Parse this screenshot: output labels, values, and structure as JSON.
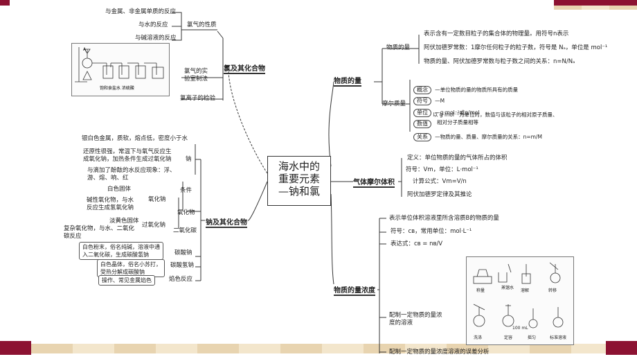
{
  "center": {
    "line1": "海水中的",
    "line2": "重要元素",
    "line3": "—钠和氯"
  },
  "chlorine": {
    "title": "氯及其化合物",
    "properties_label": "氯气的性质",
    "properties": [
      "与金属、非金属单质的反应",
      "与水的反应",
      "与碱溶液的反应"
    ],
    "lab_label_1": "氯气的实",
    "lab_label_2": "验室制法",
    "lab_caption": "饱和食盐水  浓硫酸",
    "lab_marker": "A",
    "ion_test": "氯离子的检验"
  },
  "sodium": {
    "title": "钠及其化合物",
    "na_label": "钠",
    "na_facts": [
      "银白色金属，质软，熔点低，密度小于水"
    ],
    "na_reduce_1": "还原性很强，常温下与氧气反应生",
    "na_reduce_2": "成氧化钠，加热条件生成过氧化钠",
    "na_water_1": "与滴加了酚酞的水反应现象：浮、",
    "na_water_2": "游、熔、响、红",
    "condition": "条件",
    "oxides_label": "氧化物",
    "na2o_label": "氧化钠",
    "na2o_1": "白色固体",
    "na2o_2": "碱性氧化物，与水",
    "na2o_3": "反应生成氢氧化钠",
    "na2o2_label": "过氧化钠",
    "na2o2_1": "淡黄色固体",
    "na2o2_2": "复杂氧化物，与水、二氧化",
    "na2o2_3": "碳反应",
    "co2_label": "二氧化碳",
    "carbonate_label": "碳酸钠",
    "carbonate_1": "白色粉末，俗名纯碱，溶液中通",
    "carbonate_2": "入二氧化碳，生成碳酸氢钠",
    "bicarb_label": "碳酸氢钠",
    "bicarb_1": "白色晶体，俗名小苏打，",
    "bicarb_2": "受热分解成碳酸钠",
    "flame_label": "焰色反应",
    "flame_1": "操作、常见金属焰色"
  },
  "mole": {
    "title": "物质的量",
    "sub1": "物质的量",
    "sub1_items": [
      "表示含有一定数目粒子的集合体的物理量。用符号n表示",
      "阿伏加德罗常数：1摩尔任何粒子的粒子数，符号是 Nₐ，单位是 mol⁻¹",
      "物质的量、阿伏加德罗常数与粒子数之间的关系：n=N/Nₐ"
    ],
    "sub2": "摩尔质量",
    "m_concept": "概念",
    "m_concept_t": "—单位物质的量的物质所具有的质量",
    "m_symbol": "符号",
    "m_symbol_t": "—M",
    "m_unit": "单位",
    "m_unit_t": "—g·mol⁻¹或g/mol",
    "m_value": "数值",
    "m_value_t1": "以 g·mol⁻¹为单位时，数值与该粒子的相对原子质量、",
    "m_value_t2": "相对分子质量相等",
    "m_relation": "关系",
    "m_relation_t": "—物质的量、质量、摩尔质量的关系：n=m/M"
  },
  "gas": {
    "title": "气体摩尔体积",
    "items": [
      "定义：单位物质的量的气体所占的体积",
      "符号：Vm，单位：L·mol⁻¹",
      "计算公式：Vm=V/n",
      "阿伏加德罗定律及其推论"
    ]
  },
  "conc": {
    "title": "物质的量浓度",
    "items": [
      "表示单位体积溶液里所含溶质B的物质的量",
      "符号：cʙ，常用单位：mol·L⁻¹",
      "表达式：cʙ = nʙ/V"
    ],
    "prep_1": "配制一定物质的量浓",
    "prep_2": "度的溶液",
    "prep_steps_top": [
      "称量",
      "蒸馏水",
      "溶解",
      "转移"
    ],
    "prep_steps_bottom": [
      "洗涤",
      "定容",
      "摇匀",
      "标准溶液"
    ],
    "flask_label": "100 mL",
    "error": "配制一定物质的量浓度溶液的误差分析"
  }
}
